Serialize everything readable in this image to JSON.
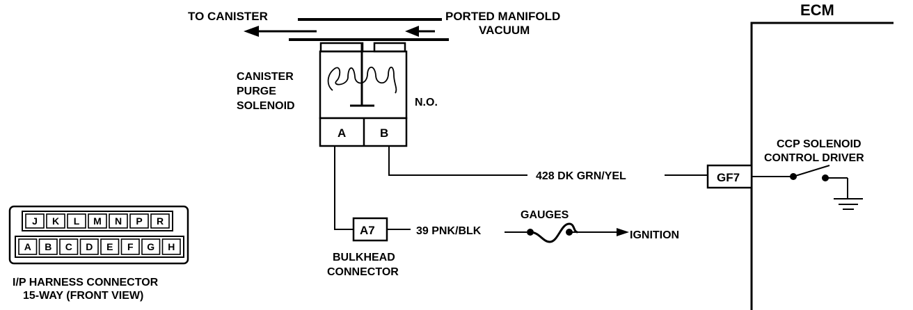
{
  "vacuum": {
    "to_canister": "TO CANISTER",
    "ported_line1": "PORTED MANIFOLD",
    "ported_line2": "VACUUM"
  },
  "solenoid": {
    "name_line1": "CANISTER",
    "name_line2": "PURGE",
    "name_line3": "SOLENOID",
    "state": "N.O.",
    "pin_a": "A",
    "pin_b": "B"
  },
  "ecm": {
    "title": "ECM",
    "pin": "GF7",
    "driver_line1": "CCP SOLENOID",
    "driver_line2": "CONTROL DRIVER"
  },
  "wires": {
    "circuit_428": "428  DK GRN/YEL",
    "circuit_39": "39  PNK/BLK"
  },
  "bulkhead": {
    "pin": "A7",
    "line1": "BULKHEAD",
    "line2": "CONNECTOR"
  },
  "fuse": {
    "label": "GAUGES",
    "destination": "IGNITION"
  },
  "harness": {
    "top_row": [
      "J",
      "K",
      "L",
      "M",
      "N",
      "P",
      "R"
    ],
    "bottom_row": [
      "A",
      "B",
      "C",
      "D",
      "E",
      "F",
      "G",
      "H"
    ],
    "caption_line1": "I/P HARNESS CONNECTOR",
    "caption_line2": "15-WAY  (FRONT VIEW)"
  }
}
